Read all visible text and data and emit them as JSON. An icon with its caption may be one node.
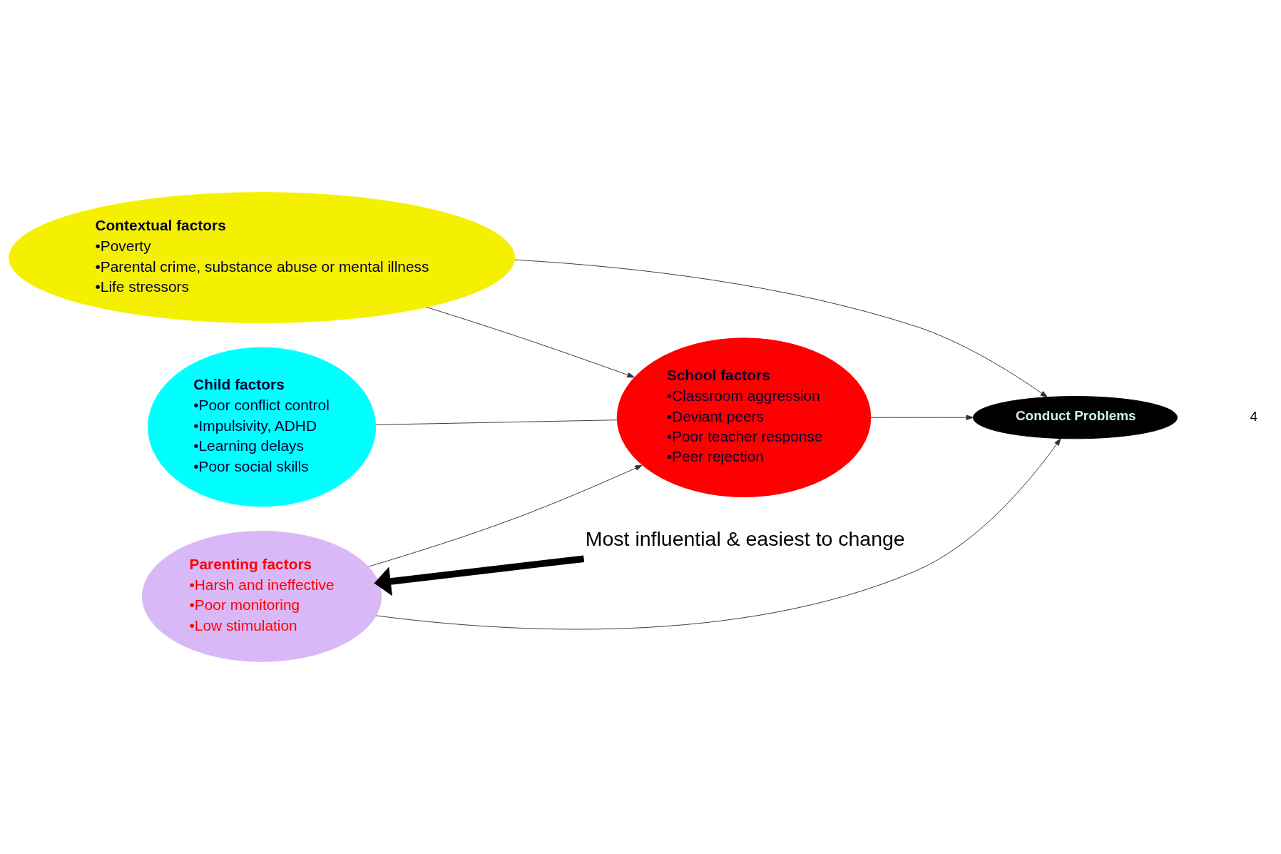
{
  "diagram": {
    "nodes": [
      {
        "text": [
          "Parenting factors",
          "•Harsh and ineffective",
          "•Poor monitoring",
          "•Low stimulation"
        ]
      },
      {
        "text": [
          "Child factors",
          "•Poor conflict control",
          "•Impulsivity, ADHD",
          "•Learning delays",
          "•Poor social skills"
        ]
      },
      {
        "text": [
          "Contextual factors",
          "•Poverty",
          "•Parental crime, substance abuse or mental illness",
          "•Life stressors"
        ]
      },
      {
        "text": [
          "School factors",
          "•Classroom aggression",
          "•Deviant peers",
          "•Poor teacher response",
          "•Peer rejection"
        ]
      },
      {
        "text": [
          "Conduct Problems"
        ]
      },
      {
        "text": [
          "Most influential & easiest to change"
        ]
      }
    ],
    "edges": [
      {
        "from": 5,
        "to": 0,
        "arrow": "to",
        "style": "thick"
      },
      {
        "from": 0,
        "to": 3,
        "arrow": "to"
      },
      {
        "from": 0,
        "to": 4,
        "arrow": "to"
      },
      {
        "from": 1,
        "to": 3,
        "arrow": "none"
      },
      {
        "from": 2,
        "to": 3,
        "arrow": "to"
      },
      {
        "from": 2,
        "to": 4,
        "arrow": "to"
      },
      {
        "from": 3,
        "to": 4,
        "arrow": "to"
      }
    ],
    "labels": [
      "4"
    ]
  }
}
